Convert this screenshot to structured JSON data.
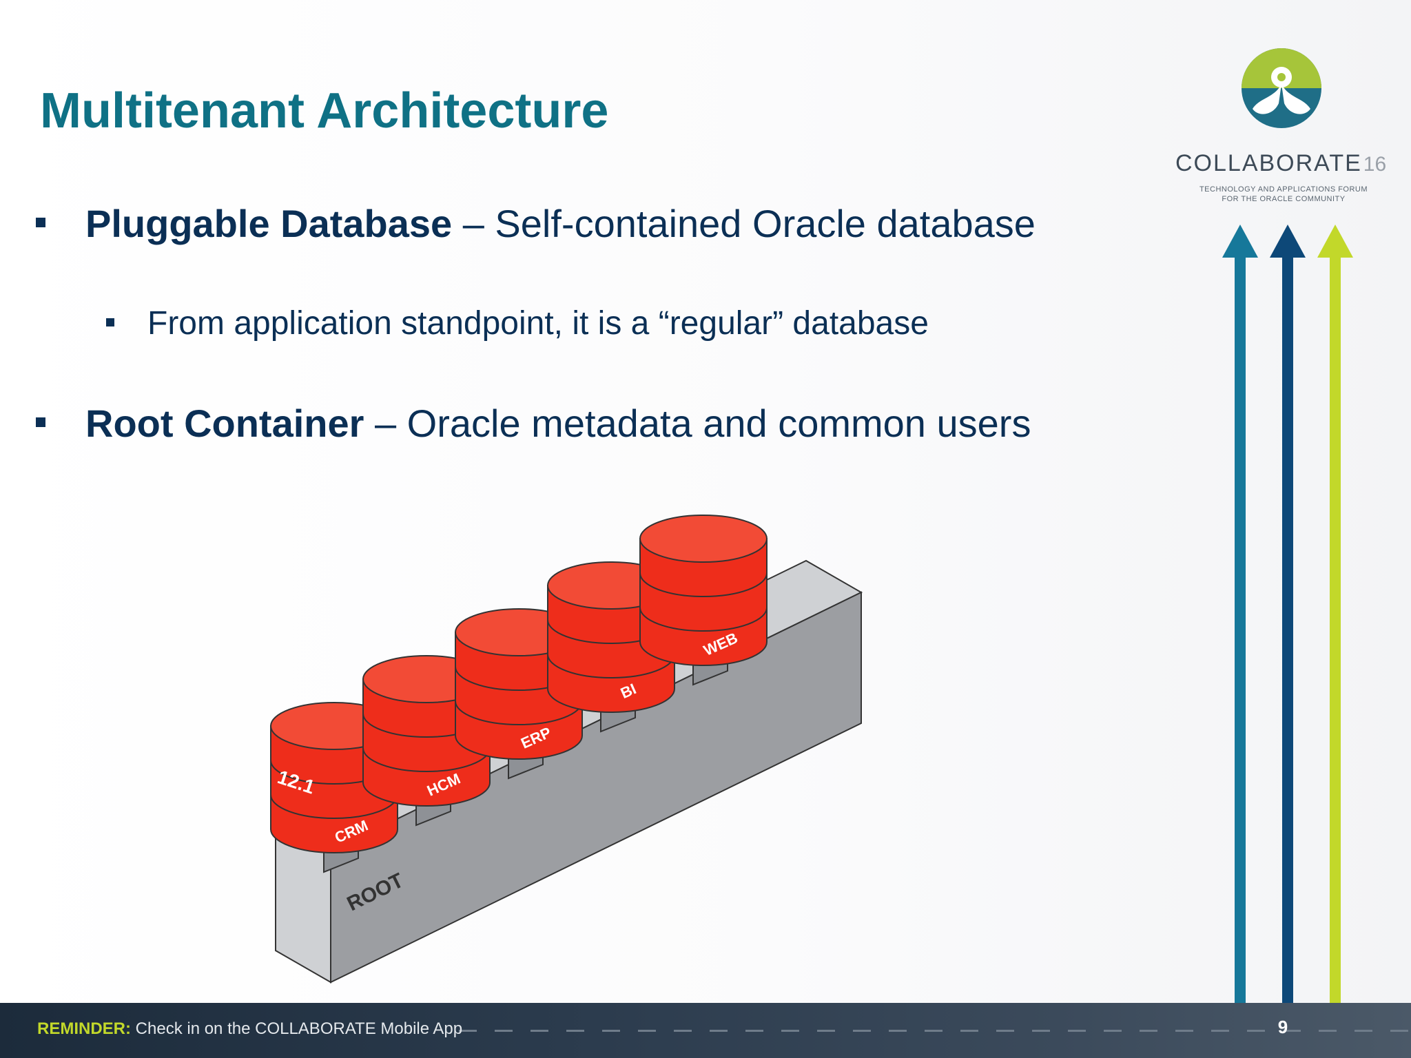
{
  "slide": {
    "title": "Multitenant Architecture",
    "bullets": [
      {
        "term": "Pluggable Database",
        "text": " – Self-contained Oracle database"
      },
      {
        "text": "From application standpoint, it is a “regular” database"
      },
      {
        "term": "Root Container",
        "text": " – Oracle metadata and common users"
      }
    ]
  },
  "logo": {
    "wordmark": "COLLABORATE",
    "year": "16",
    "tagline_line1": "TECHNOLOGY AND APPLICATIONS FORUM",
    "tagline_line2": "FOR THE ORACLE COMMUNITY"
  },
  "diagram": {
    "base_label": "ROOT",
    "version_label": "12.1",
    "databases": [
      "CRM",
      "HCM",
      "ERP",
      "BI",
      "WEB"
    ]
  },
  "footer": {
    "label": "REMINDER:",
    "text": " Check in on the COLLABORATE Mobile App",
    "page_number": "9"
  },
  "colors": {
    "title": "#0f7185",
    "body_text": "#0b2f55",
    "database_red": "#ee2d1b",
    "arrow_teal": "#16789a",
    "arrow_navy": "#0d4878",
    "arrow_lime": "#c2d82a"
  }
}
